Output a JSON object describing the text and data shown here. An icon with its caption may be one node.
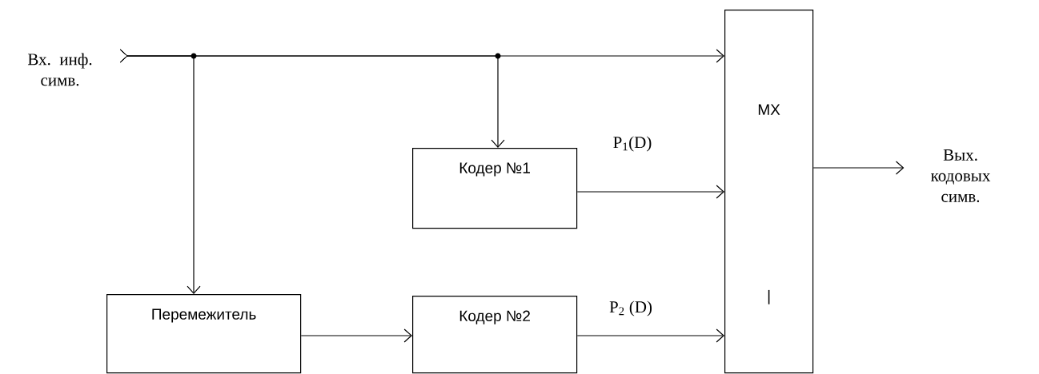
{
  "diagram": {
    "nodes": [
      {
        "text": [
          "Вх. инф. симв."
        ]
      },
      {
        "text": [
          "MX",
          "|"
        ]
      },
      {
        "text": [
          "Кодер №1"
        ]
      },
      {
        "text": [
          "Перемежитель"
        ]
      },
      {
        "text": [
          "Кодер №2"
        ]
      },
      {
        "text": [
          "Вых. кодовых симв."
        ]
      }
    ],
    "edges": [
      {
        "from": 0,
        "to": 1,
        "arrow": "to"
      },
      {
        "from": 0,
        "to": 3,
        "arrow": "to"
      },
      {
        "from": 0,
        "to": 2,
        "arrow": "to"
      },
      {
        "from": 2,
        "to": 1,
        "arrow": "to",
        "label": "P$_{1}$(D)"
      },
      {
        "from": 3,
        "to": 4,
        "arrow": "to"
      },
      {
        "from": 4,
        "to": 1,
        "arrow": "to",
        "label": "P$_{2}$ (D)"
      },
      {
        "from": 1,
        "to": 5,
        "arrow": "to"
      }
    ]
  }
}
